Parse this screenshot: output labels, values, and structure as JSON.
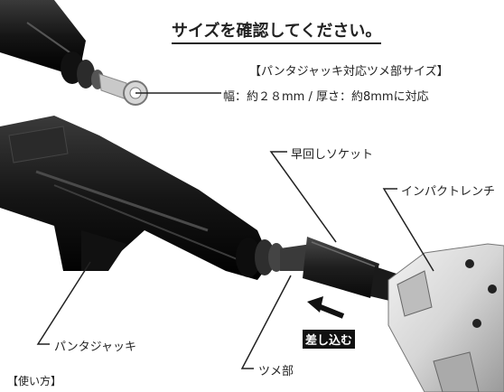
{
  "title": "サイズを確認してください。",
  "spec": {
    "heading": "【パンタジャッキ対応ツメ部サイズ】",
    "sizes": "幅：約２８mm / 厚さ：約8mmに対応"
  },
  "callouts": {
    "socket": "早回しソケット",
    "impact_wrench": "インパクトレンチ",
    "jack": "パンタジャッキ",
    "claw": "ツメ部"
  },
  "insert_label": "差し込む",
  "usage_heading": "【使い方】",
  "colors": {
    "jack_black": "#1b1b1b",
    "socket_black": "#2a2a2a",
    "wrench_silver": "#d8d8d8",
    "badge_bg": "#111111"
  }
}
